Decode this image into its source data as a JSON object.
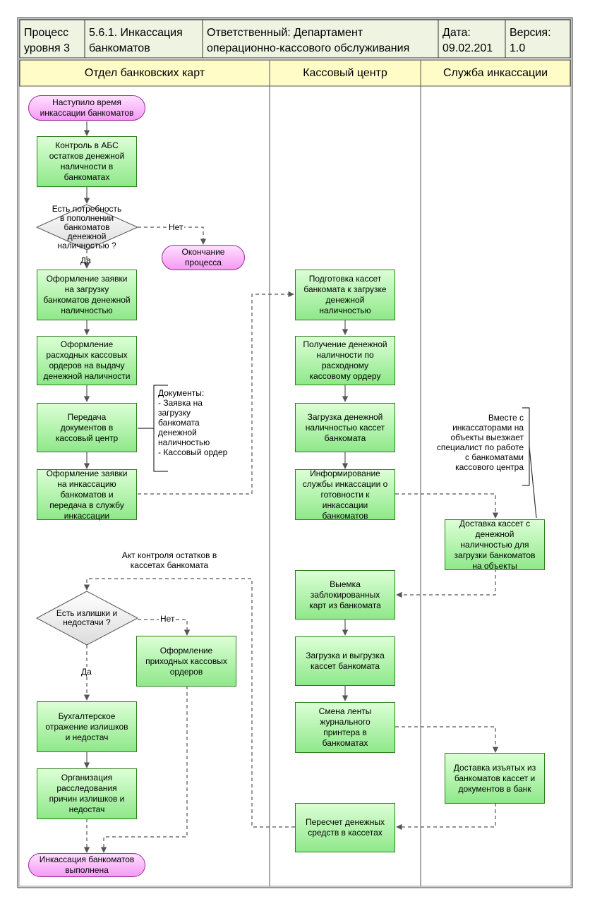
{
  "header": {
    "cell1": "Процесс\nуровня 3",
    "cell2": "5.6.1.  Инкассация\nбанкоматов",
    "cell3": "Ответственный: Департамент\nоперационно-кассового обслуживания",
    "cell4": "Дата:\n09.02.201",
    "cell5": "Версия:\n1.0"
  },
  "lanes": {
    "lane1": "Отдел банковских карт",
    "lane2": "Кассовый центр",
    "lane3": "Служба инкассации"
  },
  "nodes": {
    "start": "Наступило время\nинкассации банкоматов",
    "control": "Контроль в АБС\nостатков денежной\nналичности в\nбанкоматах",
    "decision1": "Есть потребность\nв пополнении\nбанкоматов\nденежной\nналичностью ?",
    "end_process": "Окончание\nпроцесса",
    "request": "Оформление заявки\nна загрузку\nбанкоматов денежной\nналичностью",
    "expense_orders": "Оформление\nрасходных кассовых\nордеров на выдачу\nденежной наличности",
    "transfer_docs": "Передача\nдокументов в\nкассовый центр",
    "collect_request": "Оформление заявки\nна инкассацию\nбанкоматов и\nпередача в службу\nинкассации",
    "prep_cassettes": "Подготовка кассет\nбанкомата к загрузке\nденежной\nналичностью",
    "get_cash": "Получение денежной\nналичности по\nрасходному\nкассовому ордеру",
    "load_cash": "Загрузка денежной\nналичностью кассет\nбанкомата",
    "inform": "Информирование\nслужбы инкассации о\nготовности к\nинкассации\nбанкоматов",
    "deliver_cassettes": "Доставка кассет с\nденежной\nналичностью для\nзагрузки банкоматов\nна объекты",
    "remove_cards": "Выемка\nзаблокированных\nкарт из банкомата",
    "load_unload": "Загрузка и выгрузка\nкассет банкомата",
    "change_tape": "Смена ленты\nжурнального\nпринтера в\nбанкоматах",
    "deliver_back": "Доставка изъятых из\nбанкоматов кассет и\nдокументов в банк",
    "recount": "Пересчет денежных\nсредств в кассетах",
    "decision2": "Есть излишки и\nнедостачи ?",
    "income_orders": "Оформление\nприходных кассовых\nордеров",
    "accounting": "Бухгалтерское\nотражение излишков\nи недостач",
    "investigation": "Организация\nрасследования\nпричин излишков и\nнедостач",
    "end": "Инкассация банкоматов\nвыполнена"
  },
  "labels": {
    "yes1": "Да",
    "no1": "Нет",
    "yes2": "Да",
    "no2": "Нет",
    "act": "Акт контроля  остатков в\nкассетах  банкомата",
    "documents": "Документы:\n- Заявка на\nзагрузку\nбанкомата\nденежной\nналичностью\n- Кассовый ордер",
    "note": "Вместе с\nинкассаторами на\nобъекты выезжает\nспециалист по работе\nс банкоматами\nкассового центра"
  },
  "colors": {
    "process_fill": "#8fe88a",
    "terminal_fill": "#f59af5",
    "header_fill": "#eef3e2",
    "lane_header_fill": "#fffcc8"
  }
}
